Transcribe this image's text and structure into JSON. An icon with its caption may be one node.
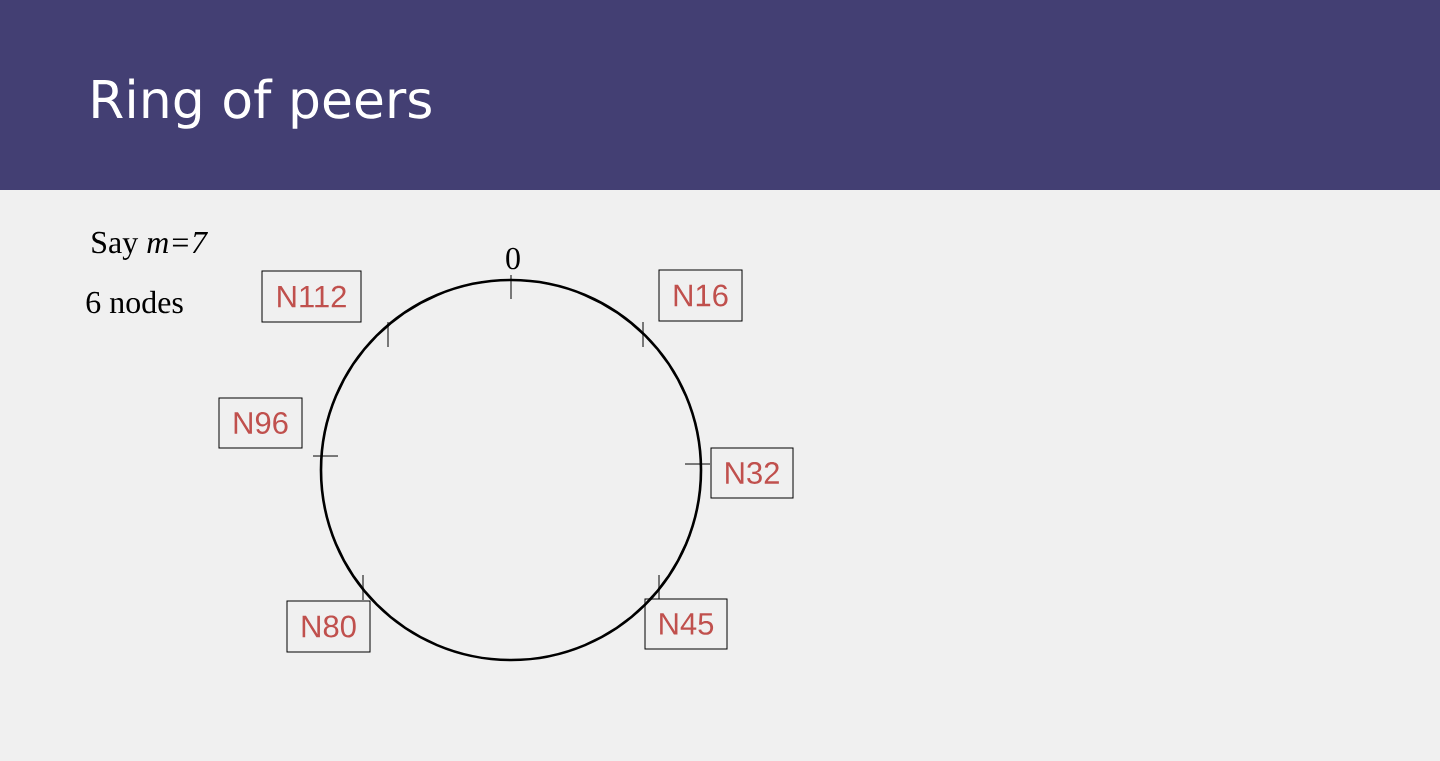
{
  "diagram": {
    "title": "Ring of peers",
    "nodes": [
      {
        "text": [
          "N112"
        ]
      },
      {
        "text": [
          "N16"
        ]
      },
      {
        "text": [
          "N96"
        ]
      },
      {
        "text": [
          "N32"
        ]
      },
      {
        "text": [
          "N80"
        ]
      },
      {
        "text": [
          "N45"
        ]
      }
    ],
    "labels": [
      "Say *m=7*",
      "0",
      "6 nodes"
    ]
  }
}
